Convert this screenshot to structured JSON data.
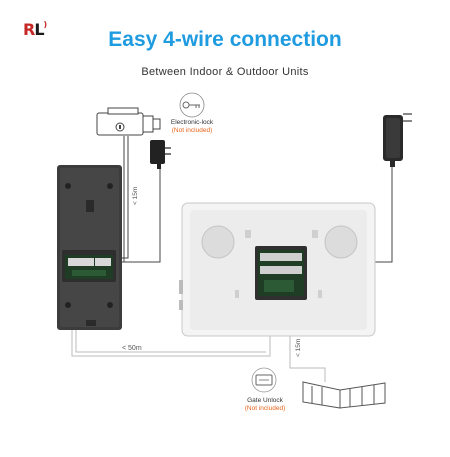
{
  "brand": {
    "logo_r": "R",
    "logo_l": "L",
    "logo_mark": ")"
  },
  "header": {
    "title": "Easy 4-wire connection",
    "subtitle": "Between Indoor & Outdoor Units"
  },
  "lock": {
    "name": "Electronic-lock",
    "note": "(Not included)"
  },
  "gate": {
    "name": "Gate Unlock",
    "note": "(Not included)"
  },
  "distances": {
    "outdoor_to_lock": "< 15m",
    "outdoor_to_indoor": "< 50m",
    "indoor_to_gate": "< 15m"
  },
  "colors": {
    "title": "#1f9be0",
    "note": "#e8641c",
    "logo": "#c62828"
  }
}
